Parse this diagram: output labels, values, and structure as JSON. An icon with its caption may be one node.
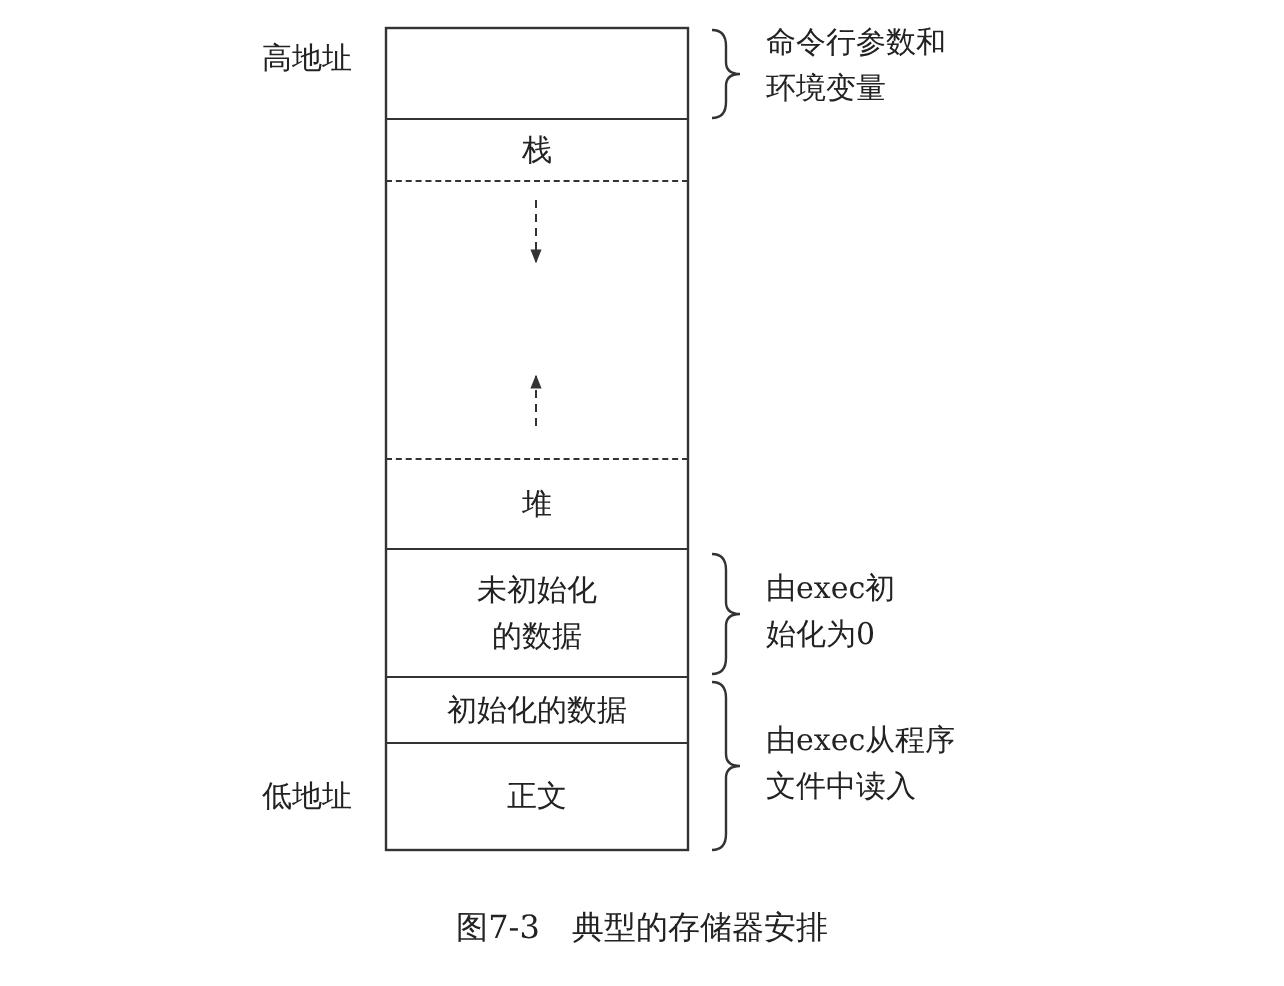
{
  "diagram": {
    "caption": "图7-3　典型的存储器安排",
    "nodes": [
      {
        "text": [],
        "shape": "box"
      },
      {
        "text": [
          "栈"
        ]
      },
      {
        "text": [
          "堆"
        ]
      },
      {
        "text": [
          "未初始化的数据"
        ]
      },
      {
        "text": [
          "初始化的数据"
        ]
      },
      {
        "text": [
          "正文"
        ]
      }
    ],
    "edges": [],
    "labels": [
      "高地址",
      "命令行参数和环境变量",
      "由exec初始化为0",
      "由exec从程序文件中读入",
      "低地址"
    ]
  }
}
